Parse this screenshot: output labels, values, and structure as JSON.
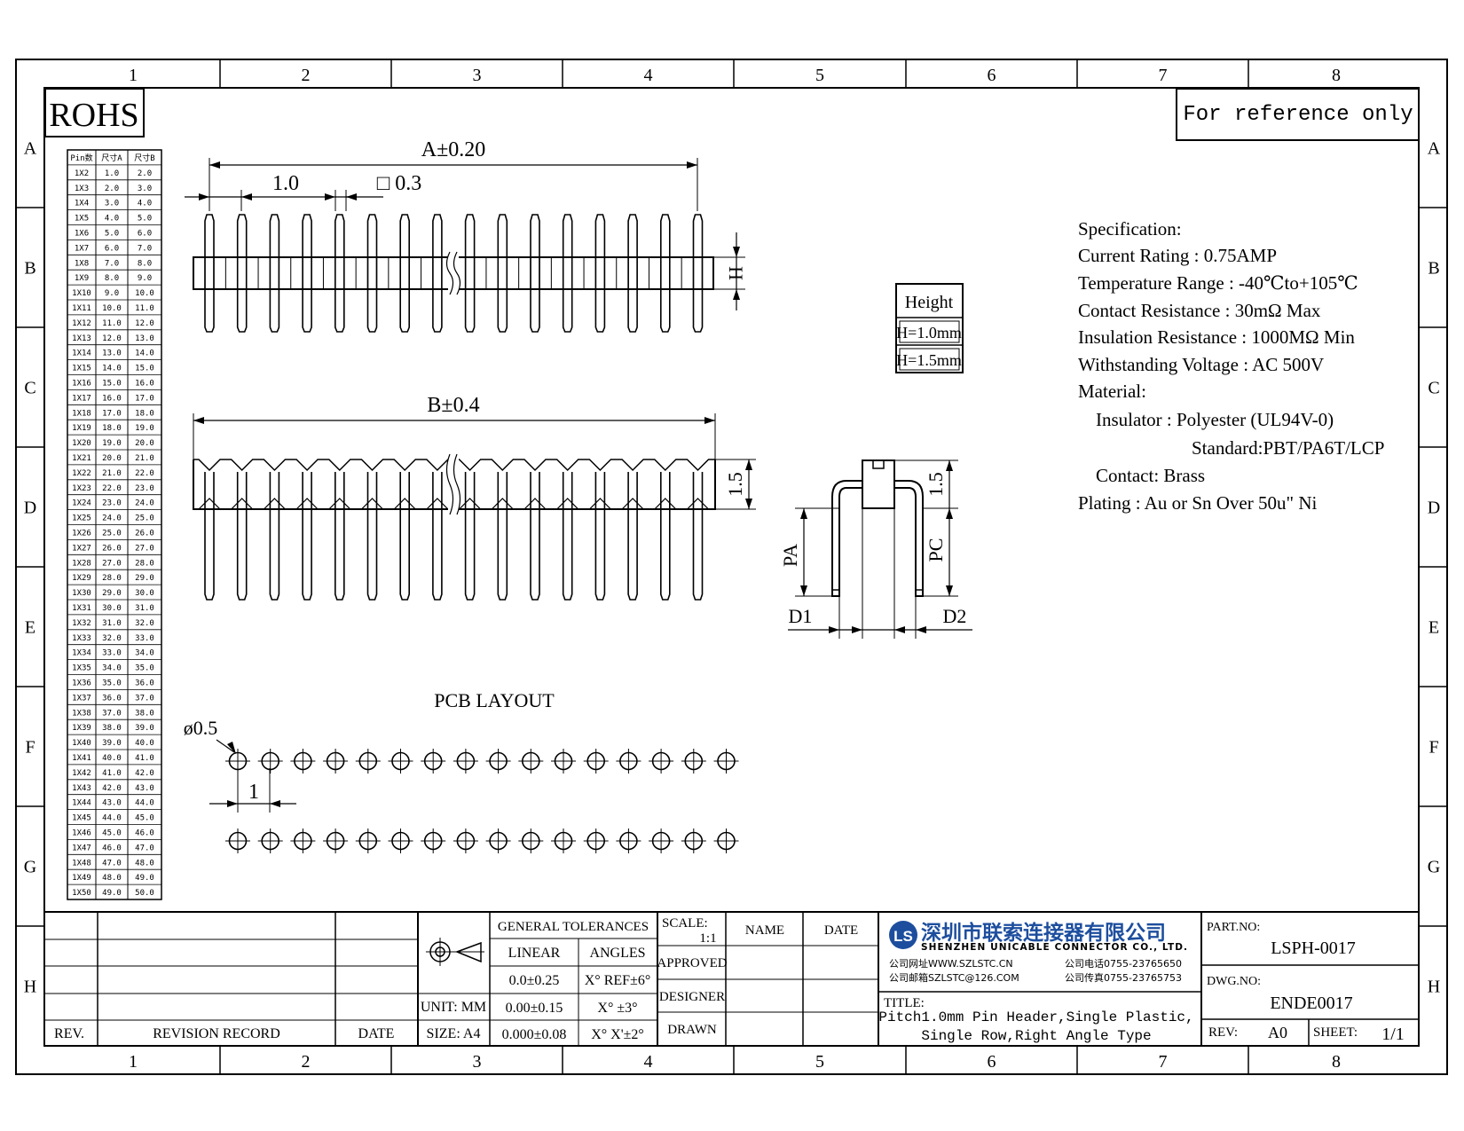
{
  "frame": {
    "columns": [
      "1",
      "2",
      "3",
      "4",
      "5",
      "6",
      "7",
      "8"
    ],
    "rows": [
      "A",
      "B",
      "C",
      "D",
      "E",
      "F",
      "G",
      "H"
    ]
  },
  "rohs": "ROHS",
  "reference": "For reference only",
  "pin_table": {
    "headers": [
      "Pin数",
      "尺寸A",
      "尺寸B"
    ],
    "rows": [
      [
        "1X2",
        "1.0",
        "2.0"
      ],
      [
        "1X3",
        "2.0",
        "3.0"
      ],
      [
        "1X4",
        "3.0",
        "4.0"
      ],
      [
        "1X5",
        "4.0",
        "5.0"
      ],
      [
        "1X6",
        "5.0",
        "6.0"
      ],
      [
        "1X7",
        "6.0",
        "7.0"
      ],
      [
        "1X8",
        "7.0",
        "8.0"
      ],
      [
        "1X9",
        "8.0",
        "9.0"
      ],
      [
        "1X10",
        "9.0",
        "10.0"
      ],
      [
        "1X11",
        "10.0",
        "11.0"
      ],
      [
        "1X12",
        "11.0",
        "12.0"
      ],
      [
        "1X13",
        "12.0",
        "13.0"
      ],
      [
        "1X14",
        "13.0",
        "14.0"
      ],
      [
        "1X15",
        "14.0",
        "15.0"
      ],
      [
        "1X16",
        "15.0",
        "16.0"
      ],
      [
        "1X17",
        "16.0",
        "17.0"
      ],
      [
        "1X18",
        "17.0",
        "18.0"
      ],
      [
        "1X19",
        "18.0",
        "19.0"
      ],
      [
        "1X20",
        "19.0",
        "20.0"
      ],
      [
        "1X21",
        "20.0",
        "21.0"
      ],
      [
        "1X22",
        "21.0",
        "22.0"
      ],
      [
        "1X23",
        "22.0",
        "23.0"
      ],
      [
        "1X24",
        "23.0",
        "24.0"
      ],
      [
        "1X25",
        "24.0",
        "25.0"
      ],
      [
        "1X26",
        "25.0",
        "26.0"
      ],
      [
        "1X27",
        "26.0",
        "27.0"
      ],
      [
        "1X28",
        "27.0",
        "28.0"
      ],
      [
        "1X29",
        "28.0",
        "29.0"
      ],
      [
        "1X30",
        "29.0",
        "30.0"
      ],
      [
        "1X31",
        "30.0",
        "31.0"
      ],
      [
        "1X32",
        "31.0",
        "32.0"
      ],
      [
        "1X33",
        "32.0",
        "33.0"
      ],
      [
        "1X34",
        "33.0",
        "34.0"
      ],
      [
        "1X35",
        "34.0",
        "35.0"
      ],
      [
        "1X36",
        "35.0",
        "36.0"
      ],
      [
        "1X37",
        "36.0",
        "37.0"
      ],
      [
        "1X38",
        "37.0",
        "38.0"
      ],
      [
        "1X39",
        "38.0",
        "39.0"
      ],
      [
        "1X40",
        "39.0",
        "40.0"
      ],
      [
        "1X41",
        "40.0",
        "41.0"
      ],
      [
        "1X42",
        "41.0",
        "42.0"
      ],
      [
        "1X43",
        "42.0",
        "43.0"
      ],
      [
        "1X44",
        "43.0",
        "44.0"
      ],
      [
        "1X45",
        "44.0",
        "45.0"
      ],
      [
        "1X46",
        "45.0",
        "46.0"
      ],
      [
        "1X47",
        "46.0",
        "47.0"
      ],
      [
        "1X48",
        "47.0",
        "48.0"
      ],
      [
        "1X49",
        "48.0",
        "49.0"
      ],
      [
        "1X50",
        "49.0",
        "50.0"
      ]
    ]
  },
  "dims": {
    "a": "A±0.20",
    "pitch": "1.0",
    "square": "□ 0.3",
    "h": "H",
    "b": "B±0.4",
    "d15": "1.5",
    "pa": "PA",
    "pc": "PC",
    "d1": "D1",
    "d2": "D2",
    "side15": "1.5"
  },
  "height_table": {
    "title": "Height",
    "rows": [
      "H=1.0mm",
      "H=1.5mm"
    ]
  },
  "pcb": {
    "title": "PCB LAYOUT",
    "hole": "ø0.5",
    "pitch": "1"
  },
  "spec": {
    "lines": [
      "Specification:",
      "Current Rating : 0.75AMP",
      "Temperature Range : -40℃to+105℃",
      "Contact Resistance : 30mΩ Max",
      "Insulation Resistance : 1000MΩ Min",
      "Withstanding Voltage : AC 500V",
      "Material:",
      "Insulator : Polyester (UL94V-0)",
      "Standard:PBT/PA6T/LCP",
      "Contact: Brass",
      "Plating : Au or Sn Over 50u\" Ni"
    ]
  },
  "title_block": {
    "rev_label": "REV.",
    "revision_record": "REVISION RECORD",
    "date_label": "DATE",
    "unit": "UNIT: MM",
    "size": "SIZE: A4",
    "general_tolerances": "GENERAL TOLERANCES",
    "linear": "LINEAR",
    "angles": "ANGLES",
    "tol_rows": [
      [
        "0.0±0.25",
        "X° REF±6°"
      ],
      [
        "0.00±0.15",
        "X° ±3°"
      ],
      [
        "0.000±0.08",
        "X° X'±2°"
      ]
    ],
    "scale_label": "SCALE:",
    "scale_value": "1:1",
    "name": "NAME",
    "date": "DATE",
    "approved": "APPROVED",
    "designer": "DESIGNER",
    "drawn": "DRAWN",
    "company_cn": "深圳市联索连接器有限公司",
    "company_en": "SHENZHEN UNICABLE CONNECTOR CO., LTD.",
    "web": "公司网址WWW.SZLSTC.CN",
    "email": "公司邮箱SZLSTC@126.COM",
    "phone": "公司电话0755-23765650",
    "fax": "公司传真0755-23765753",
    "title_label": "TITLE:",
    "title_line1": "Pitch1.0mm Pin Header,Single Plastic,",
    "title_line2": "Single Row,Right Angle Type",
    "part_no_label": "PART.NO:",
    "part_no": "LSPH-0017",
    "dwg_no_label": "DWG.NO:",
    "dwg_no": "ENDE0017",
    "rev_value_label": "REV:",
    "rev_value": "A0",
    "sheet_label": "SHEET:",
    "sheet_value": "1/1",
    "brand_color": "#1d4e9e"
  }
}
